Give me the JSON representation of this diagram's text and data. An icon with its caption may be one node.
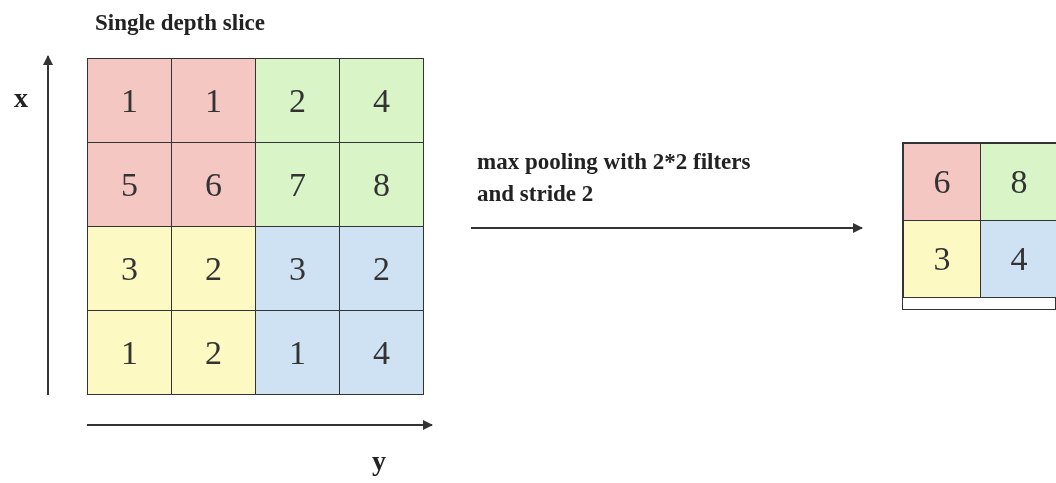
{
  "diagram": {
    "nodes": [
      {
        "text": [
          "Single depth slice"
        ]
      },
      {
        "text": [],
        "shape": "box"
      }
    ],
    "edges": [
      {
        "from": 0,
        "to": 1,
        "arrow": "to",
        "label": "max pooling with 2*2 filters and stride 2"
      }
    ],
    "labels": [
      "x",
      "1",
      "1",
      "2",
      "4",
      "5",
      "6",
      "7",
      "8",
      "3",
      "2",
      "3",
      "2",
      "1",
      "2",
      "1",
      "4",
      "6",
      "8",
      "3",
      "4",
      "y"
    ]
  }
}
